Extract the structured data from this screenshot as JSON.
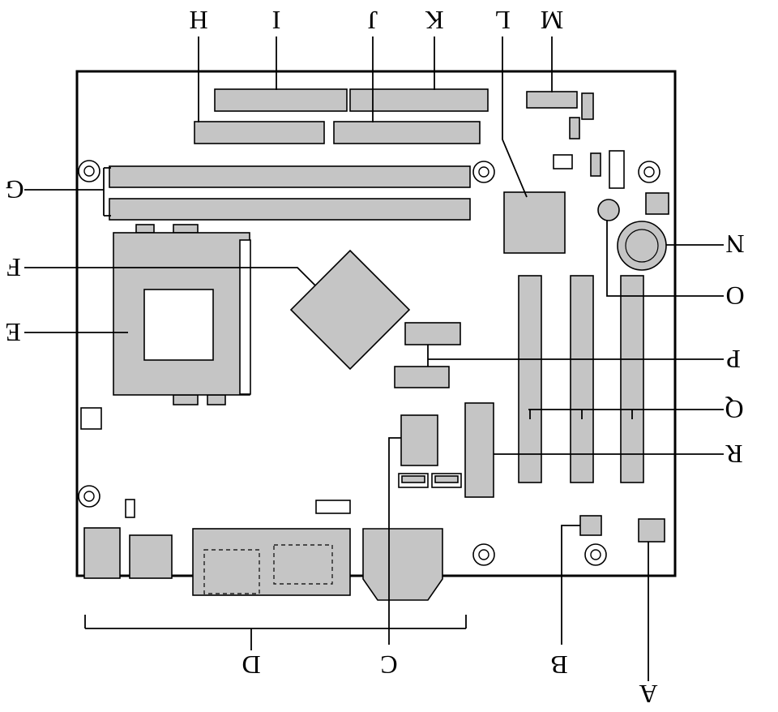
{
  "diagram": {
    "labels": {
      "a": "A",
      "b": "B",
      "c": "C",
      "d": "D",
      "e": "E",
      "f": "F",
      "g": "G",
      "h": "H",
      "i": "I",
      "j": "J",
      "k": "K",
      "l": "L",
      "m": "M",
      "n": "N",
      "o": "O",
      "p": "P",
      "q": "Q",
      "r": "R"
    },
    "colors": {
      "component_fill": "#c5c5c5",
      "outline": "#000000",
      "background": "#ffffff"
    }
  }
}
